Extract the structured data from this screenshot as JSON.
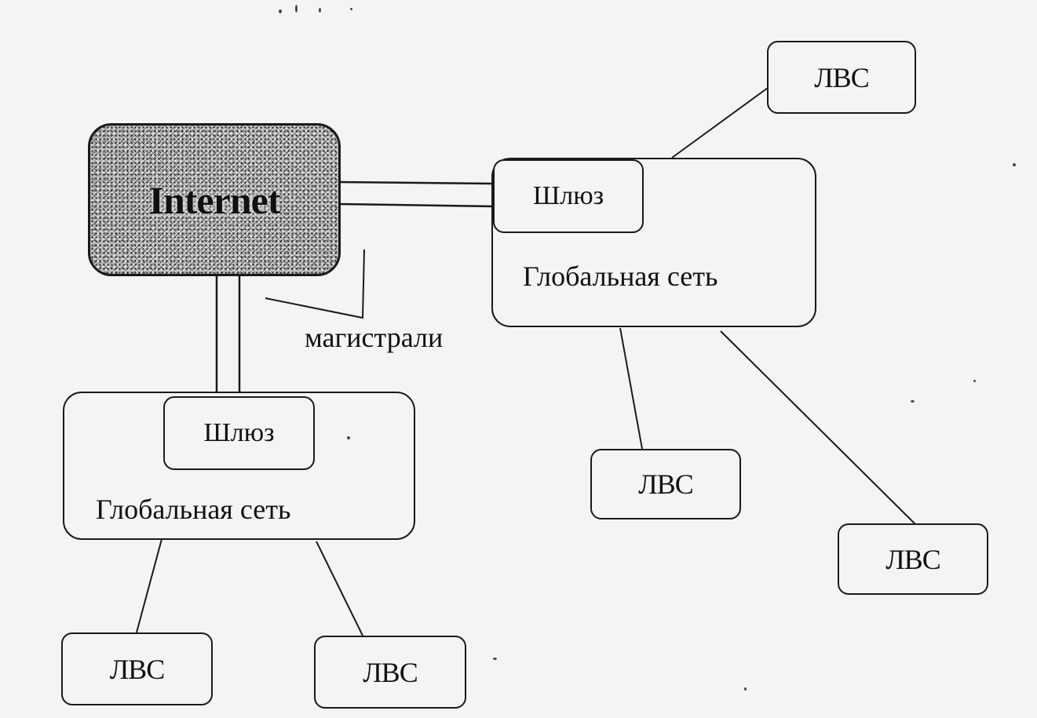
{
  "internet": {
    "label": "Internet"
  },
  "backbone": {
    "label": "магистрали"
  },
  "networks": [
    {
      "id": "right",
      "gateway_label": "Шлюз",
      "label": "Глобальная сеть",
      "lans": [
        "ЛВС",
        "ЛВС",
        "ЛВС"
      ]
    },
    {
      "id": "left",
      "gateway_label": "Шлюз",
      "label": "Глобальная сеть",
      "lans": [
        "ЛВС",
        "ЛВС"
      ]
    }
  ],
  "colors": {
    "line": "#1a1a1a",
    "background": "#f4f4f4"
  }
}
